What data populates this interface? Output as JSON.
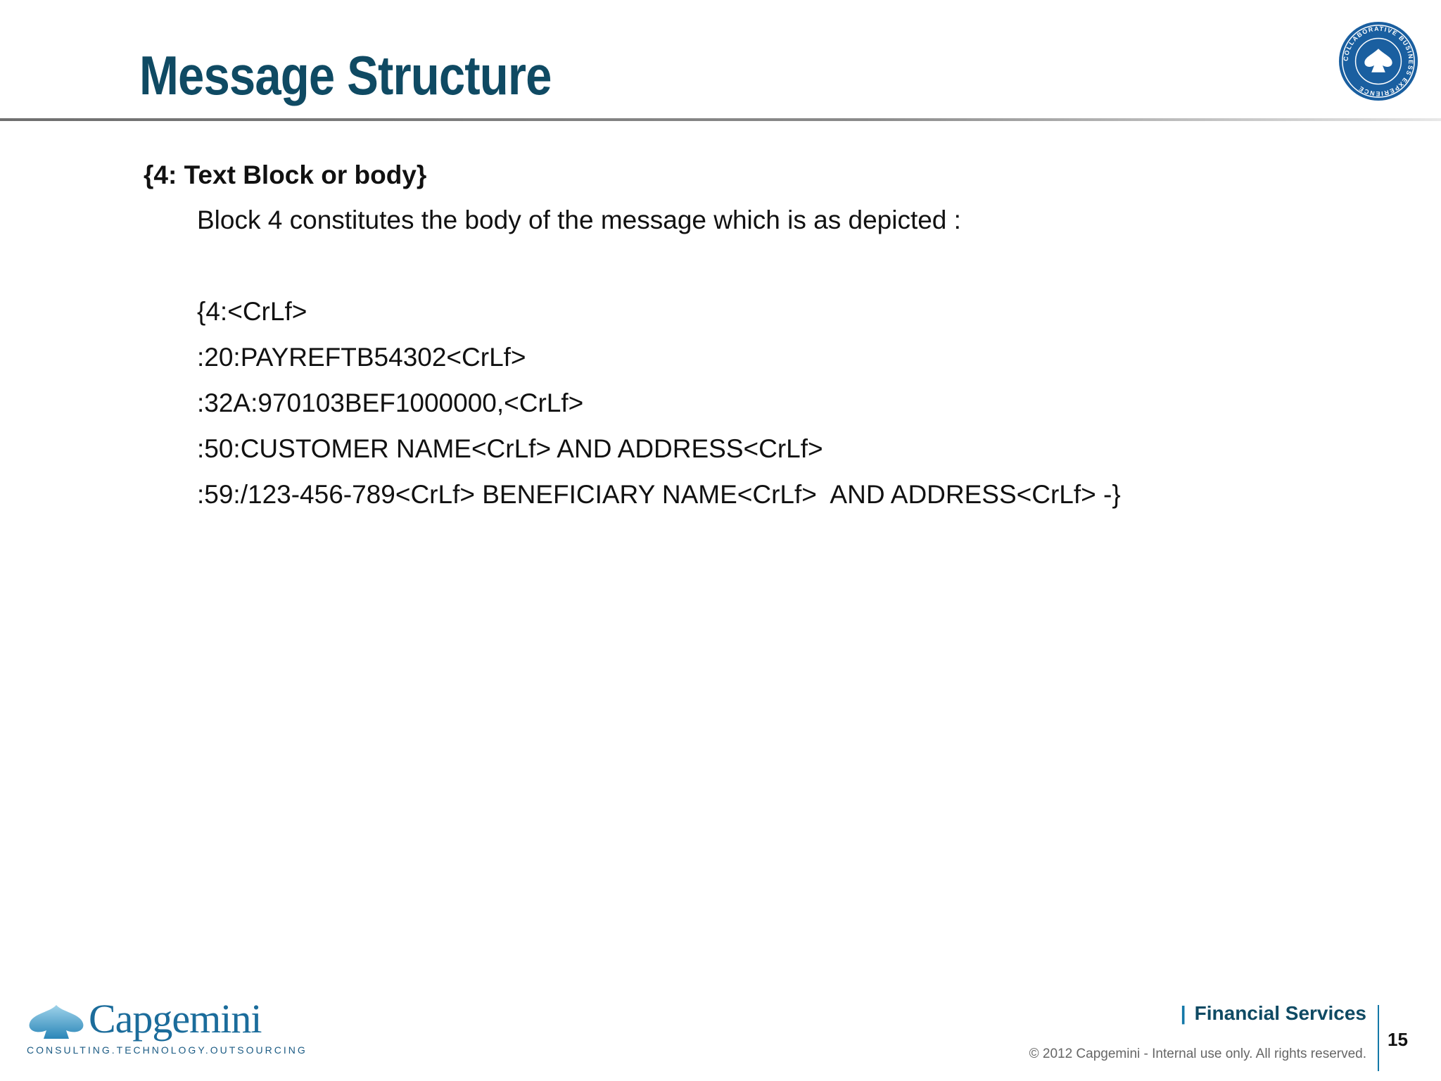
{
  "slide": {
    "title": "Message Structure",
    "heading": "{4: Text Block or body}",
    "description": "Block 4 constitutes the body of the message which is as depicted :",
    "lines": [
      "{4:<CrLf>",
      ":20:PAYREFTB54302<CrLf>",
      ":32A:970103BEF1000000,<CrLf>",
      ":50:CUSTOMER NAME<CrLf> AND ADDRESS<CrLf>",
      ":59:/123-456-789<CrLf> BENEFICIARY NAME<CrLf>  AND ADDRESS<CrLf> -}"
    ]
  },
  "footer": {
    "logo_name": "Capgemini",
    "logo_tagline": "CONSULTING.TECHNOLOGY.OUTSOURCING",
    "brand": "Financial Services",
    "brand_separator": "|",
    "copyright": "© 2012 Capgemini - Internal use only. All rights reserved.",
    "page_number": "15"
  },
  "badge": {
    "icon": "collaborative-business-experience-seal",
    "text": "COLLABORATIVE BUSINESS EXPERIENCE"
  },
  "colors": {
    "title": "#0f4a63",
    "accent": "#1478a8",
    "badge": "#1a5fa0"
  }
}
